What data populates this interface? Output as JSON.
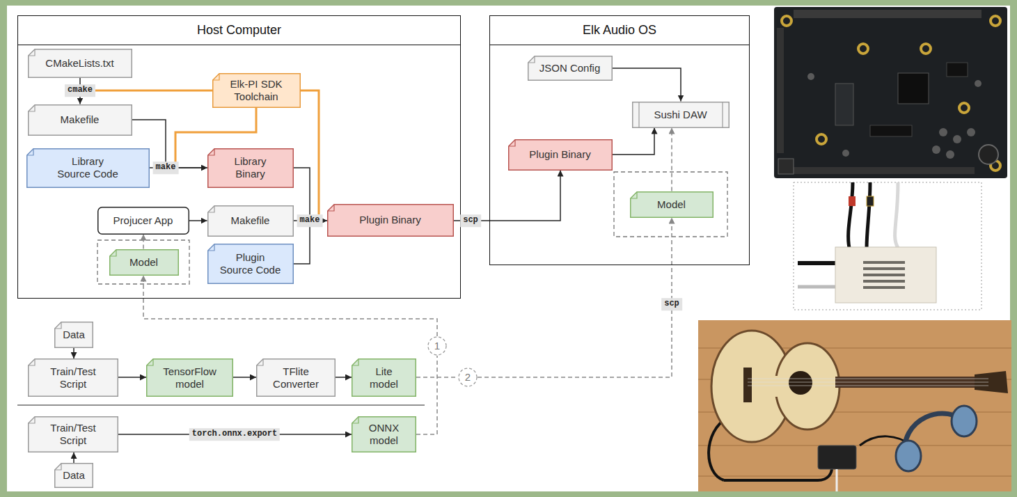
{
  "diagram": {
    "nodes": [
      {
        "text": [
          "Host Computer"
        ]
      },
      {
        "text": [
          "CMakeLists.txt"
        ],
        "in": 0
      },
      {
        "text": [
          "Makefile"
        ],
        "in": 0
      },
      {
        "text": [
          "Elk-PI SDK Toolchain"
        ],
        "in": 0
      },
      {
        "text": [
          "Library Source Code"
        ],
        "in": 0
      },
      {
        "text": [
          "Library Binary"
        ],
        "in": 0
      },
      {
        "text": [
          "Projucer App"
        ],
        "in": 0
      },
      {
        "text": [
          "Makefile"
        ],
        "in": 0
      },
      {
        "text": [
          "Model"
        ],
        "in": 0
      },
      {
        "text": [
          "Plugin Source Code"
        ],
        "in": 0
      },
      {
        "text": [
          "Plugin Binary"
        ],
        "in": 0
      },
      {
        "text": [
          "Elk Audio OS"
        ]
      },
      {
        "text": [
          "JSON Config"
        ],
        "in": 11
      },
      {
        "text": [
          "Sushi DAW"
        ],
        "in": 11
      },
      {
        "text": [
          "Plugin Binary"
        ],
        "in": 11
      },
      {
        "text": [
          "Model"
        ],
        "in": 11
      },
      {
        "text": [
          "Data"
        ]
      },
      {
        "text": [
          "Train/Test Script"
        ]
      },
      {
        "text": [
          "TensorFlow model"
        ]
      },
      {
        "text": [
          "TFlite Converter"
        ]
      },
      {
        "text": [
          "Lite model"
        ]
      },
      {
        "text": [
          "Train/Test Script"
        ]
      },
      {
        "text": [
          "ONNX model"
        ]
      },
      {
        "text": [
          "Data"
        ]
      },
      {
        "text": [
          "1"
        ]
      },
      {
        "text": [
          "2"
        ]
      }
    ],
    "edges": [
      {
        "from": 1,
        "to": 2,
        "label": "cmake",
        "arrow": "to"
      },
      {
        "from": 2,
        "to": 5,
        "arrow": "to"
      },
      {
        "from": 4,
        "to": 5,
        "label": "make",
        "arrow": "to"
      },
      {
        "from": 5,
        "to": 10,
        "arrow": "to"
      },
      {
        "from": 7,
        "to": 10,
        "label": "make",
        "arrow": "to"
      },
      {
        "from": 9,
        "to": 10,
        "arrow": "to"
      },
      {
        "from": 6,
        "to": 7,
        "arrow": "to"
      },
      {
        "from": 8,
        "to": 6,
        "arrow": "to"
      },
      {
        "from": 10,
        "to": 14,
        "label": "scp",
        "arrow": "to"
      },
      {
        "from": 12,
        "to": 13,
        "arrow": "to"
      },
      {
        "from": 14,
        "to": 13,
        "arrow": "to"
      },
      {
        "from": 15,
        "to": 13,
        "arrow": "to"
      },
      {
        "from": 16,
        "to": 17,
        "arrow": "to"
      },
      {
        "from": 17,
        "to": 18,
        "arrow": "to"
      },
      {
        "from": 18,
        "to": 19,
        "arrow": "to"
      },
      {
        "from": 19,
        "to": 20,
        "arrow": "to"
      },
      {
        "from": 23,
        "to": 21,
        "arrow": "to"
      },
      {
        "from": 21,
        "to": 22,
        "label": "torch.onnx.export",
        "arrow": "to"
      },
      {
        "from": 22,
        "to": 24,
        "arrow": "none"
      },
      {
        "from": 24,
        "to": 8,
        "arrow": "to"
      },
      {
        "from": 20,
        "to": 25,
        "arrow": "none"
      },
      {
        "from": 25,
        "to": 15,
        "label": "scp",
        "arrow": "to"
      }
    ]
  }
}
